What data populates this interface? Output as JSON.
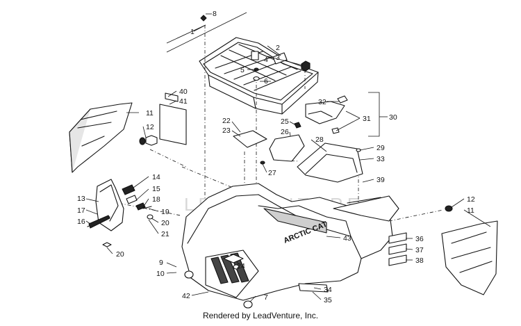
{
  "diagram": {
    "callouts": [
      "1",
      "2",
      "3",
      "4",
      "5",
      "6",
      "7",
      "8",
      "9",
      "10",
      "11",
      "12",
      "13",
      "14",
      "15",
      "16",
      "17",
      "18",
      "19",
      "20",
      "21",
      "22",
      "23",
      "24",
      "25",
      "26",
      "27",
      "28",
      "29",
      "30",
      "31",
      "32",
      "33",
      "34",
      "35",
      "36",
      "37",
      "38",
      "39",
      "40",
      "41",
      "42",
      "43"
    ],
    "fender_brand_text": "ARCTIC CAT",
    "watermark_text": "LEADVENTURE"
  },
  "footer": {
    "credit": "Rendered by LeadVenture, Inc."
  }
}
